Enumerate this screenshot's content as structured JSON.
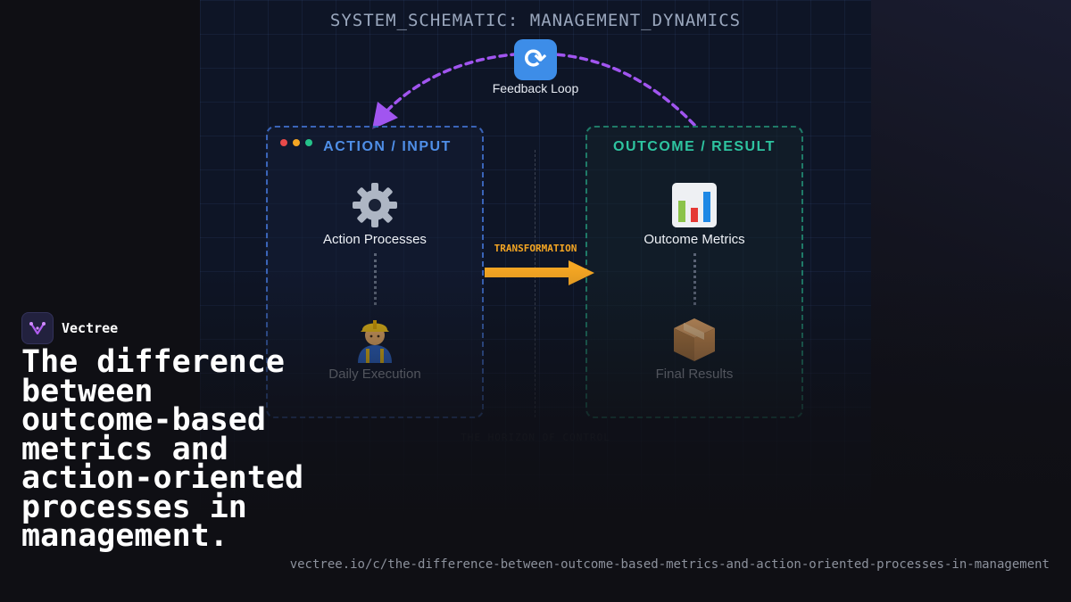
{
  "diagram": {
    "title": "SYSTEM_SCHEMATIC: MANAGEMENT_DYNAMICS",
    "feedback_loop": {
      "label": "Feedback Loop",
      "icon": "refresh-arrows-icon",
      "color": "#a155f0"
    },
    "action_panel": {
      "title": "ACTION / INPUT",
      "title_color": "#4f8fe8",
      "border_color": "#3a64b8",
      "window_dots": [
        "#e84a4a",
        "#f5a623",
        "#25c28a"
      ],
      "nodes": [
        {
          "label": "Action Processes",
          "icon": "gear-icon"
        },
        {
          "label": "Daily Execution",
          "icon": "construction-worker-icon"
        }
      ]
    },
    "outcome_panel": {
      "title": "OUTCOME / RESULT",
      "title_color": "#2ec4a0",
      "border_color": "#1f7a68",
      "nodes": [
        {
          "label": "Outcome Metrics",
          "icon": "bar-chart-icon"
        },
        {
          "label": "Final Results",
          "icon": "package-box-icon"
        }
      ]
    },
    "transformation": {
      "label": "TRANSFORMATION",
      "color": "#f5a623"
    },
    "horizon_label": "THE HORIZON OF CONTROL"
  },
  "brand": {
    "name": "Vectree",
    "icon": "vectree-logo-icon"
  },
  "headline": "The difference between outcome-based metrics and action-oriented processes in management.",
  "url": "vectree.io/c/the-difference-between-outcome-based-metrics-and-action-oriented-processes-in-management"
}
